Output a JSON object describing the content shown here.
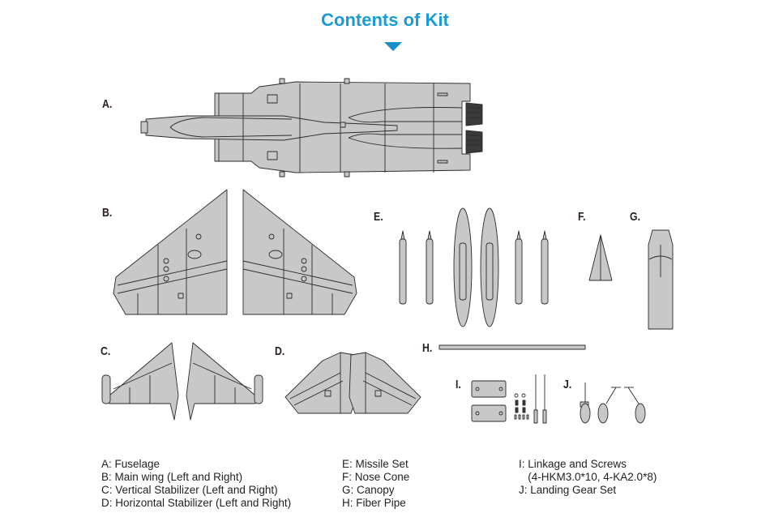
{
  "header": {
    "title": "Contents of Kit",
    "accent_color": "#1a9ad6",
    "arrow_icon": "down-triangle-icon"
  },
  "parts": [
    {
      "letter": "A.",
      "name": "fuselage"
    },
    {
      "letter": "B.",
      "name": "main-wing"
    },
    {
      "letter": "C.",
      "name": "vertical-stabilizer"
    },
    {
      "letter": "D.",
      "name": "horizontal-stabilizer"
    },
    {
      "letter": "E.",
      "name": "missile-set"
    },
    {
      "letter": "F.",
      "name": "nose-cone"
    },
    {
      "letter": "G.",
      "name": "canopy"
    },
    {
      "letter": "H.",
      "name": "fiber-pipe"
    },
    {
      "letter": "I.",
      "name": "linkage-and-screws"
    },
    {
      "letter": "J.",
      "name": "landing-gear-set"
    }
  ],
  "legend": {
    "col1": [
      "A: Fuselage",
      "B: Main wing (Left and Right)",
      "C: Vertical Stabilizer (Left and Right)",
      "D: Horizontal Stabilizer (Left and Right)"
    ],
    "col2": [
      "E: Missile Set",
      "F: Nose Cone",
      "G: Canopy",
      "H: Fiber Pipe"
    ],
    "col3": [
      "I: Linkage and Screws",
      "   (4-HKM3.0*10, 4-KA2.0*8)",
      "J: Landing Gear Set"
    ]
  }
}
